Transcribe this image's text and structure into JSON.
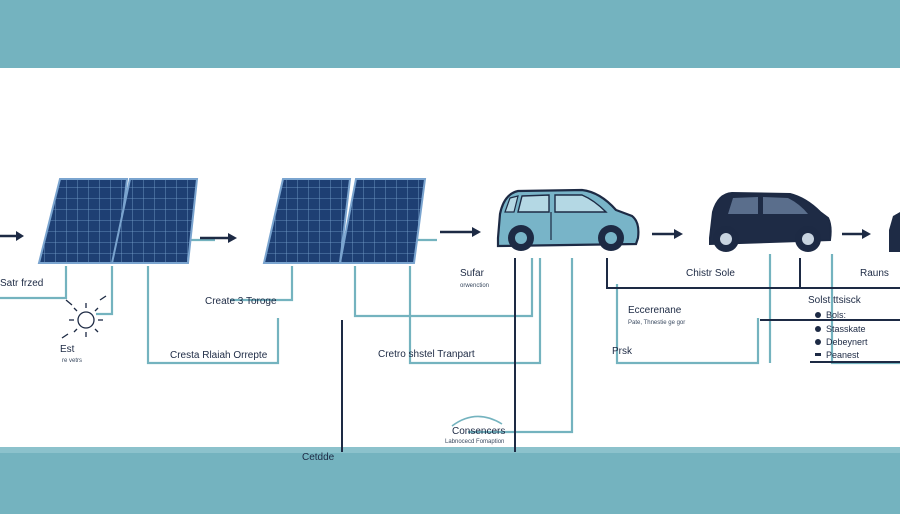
{
  "labels": {
    "source_title": "Satr frzed",
    "sun_title": "Est",
    "sun_sub": "re vetrs",
    "storage": "Create 3 Toroge",
    "stage_bottom": "Cresta Rlaiah Orrepte",
    "solar": "Sufar",
    "solar_sub": "orwenction",
    "transport": "Cretro  shstel Tranpart",
    "consumers": "Consencers",
    "consumers_sub": "Labnocecd Fomaption",
    "bottom": "Cetdde",
    "charge": "Chistr Sole",
    "ecosystem": "Eccerenane",
    "ecosystem_sub": "Pate, Thnestie ge gor",
    "prsk": "Prsk",
    "right_title": "Rauns",
    "right_list_title": "Solst  ttsisck",
    "right_list": [
      "Bols:",
      "Stasskate",
      "Debeynert",
      "Peanest"
    ]
  },
  "colors": {
    "band": "#74b3bf",
    "panel": "#1e3f73",
    "panel_grid": "#7aa4cf",
    "line_teal": "#74b3bf",
    "line_dark": "#1d2a44",
    "car_light": "#78b4c8",
    "car_dark": "#1e2b45"
  },
  "icons": [
    "solar-panel-icon",
    "sun-icon",
    "car-icon",
    "arrow-right-icon"
  ]
}
